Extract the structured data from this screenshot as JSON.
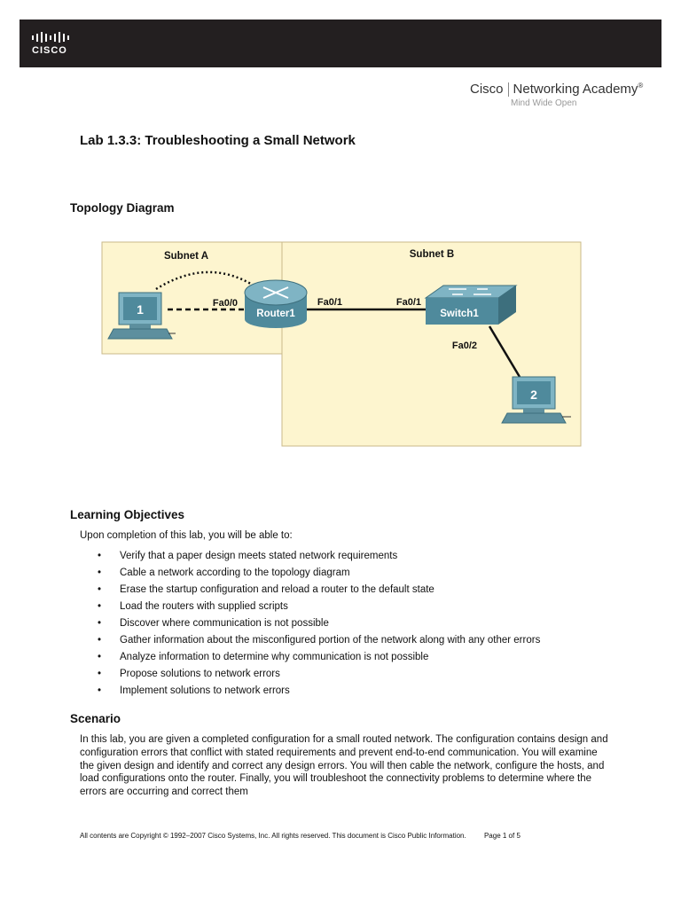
{
  "brand": {
    "cisco_logo_word": "CISCO",
    "academy_left": "Cisco",
    "academy_right": "Networking Academy",
    "academy_tagline": "Mind Wide Open"
  },
  "lab_title": "Lab 1.3.3: Troubleshooting a Small Network",
  "topology": {
    "heading": "Topology Diagram",
    "subnet_a": "Subnet A",
    "subnet_b": "Subnet B",
    "host1": "1",
    "host2": "2",
    "router": "Router1",
    "switch": "Switch1",
    "router_fa00": "Fa0/0",
    "router_fa01": "Fa0/1",
    "switch_fa01": "Fa0/1",
    "switch_fa02": "Fa0/2"
  },
  "objectives": {
    "heading": "Learning Objectives",
    "intro": "Upon completion of this lab, you will be able to:",
    "items": [
      "Verify that a paper design meets stated network requirements",
      "Cable a network according to the topology diagram",
      "Erase the startup configuration and reload a router to the default state",
      "Load the routers with supplied scripts",
      "Discover where communication is not possible",
      "Gather information about the misconfigured portion of the network along with any other errors",
      "Analyze information to determine why communication is not possible",
      "Propose solutions to network errors",
      "Implement solutions to network errors"
    ]
  },
  "scenario": {
    "heading": "Scenario",
    "text": "In this lab, you are given a completed configuration for a small routed network. The configuration contains design and configuration errors that conflict with stated requirements and prevent end-to-end communication. You will examine the given design and identify and correct any design errors. You will then cable the network, configure the hosts, and load configurations onto the router. Finally, you will troubleshoot the connectivity problems to determine where the errors are occurring and correct them"
  },
  "footer": {
    "copyright": "All contents are Copyright © 1992–2007 Cisco Systems, Inc. All rights reserved. This document is Cisco Public Information.",
    "page": "Page 1 of 5"
  },
  "colors": {
    "header_bar": "#231f20",
    "subnet_fill": "#fdf5cf",
    "subnet_border": "#c9b98a",
    "device_blue": "#4f8a9c",
    "device_light": "#7fb4c4"
  }
}
